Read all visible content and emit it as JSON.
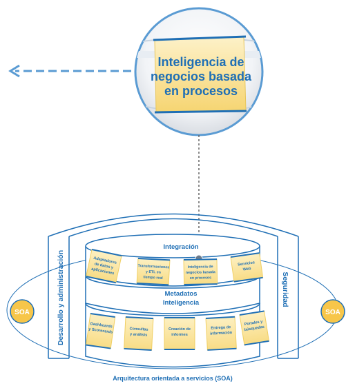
{
  "zoom_panel": {
    "title_lines": [
      "Inteligencia de",
      "negocios basada",
      "en procesos"
    ]
  },
  "layers": {
    "integration": "Integración",
    "metadata": "Metadatos",
    "intelligence": "Inteligencia"
  },
  "integration_cards": [
    [
      "Adaptadores",
      "de datos y",
      "aplicaciones"
    ],
    [
      "Transformaciones",
      "y ETL en",
      "tiempo real"
    ],
    [
      "Inteligencia de",
      "negocios basada",
      "en procesos"
    ],
    [
      "Servicios",
      "Web"
    ]
  ],
  "intelligence_cards": [
    [
      "Dashboards",
      "y Scorecards"
    ],
    [
      "Consultas",
      "y análisis"
    ],
    [
      "Creación de",
      "informes"
    ],
    [
      "Entrega de",
      "información"
    ],
    [
      "Portales y",
      "búsquedas"
    ]
  ],
  "side_labels": {
    "left": "Desarrollo y administración",
    "right": "Seguridad"
  },
  "soa_badges": [
    "SOA",
    "SOA"
  ],
  "footer": "Arquitectura orientada a servicios (SOA)",
  "colors": {
    "blue": "#1f6fb5",
    "dashed": "#5a9bd3",
    "card": "#fbe7a3",
    "card_edge": "#f3d060",
    "badge": "#f7c64a"
  }
}
